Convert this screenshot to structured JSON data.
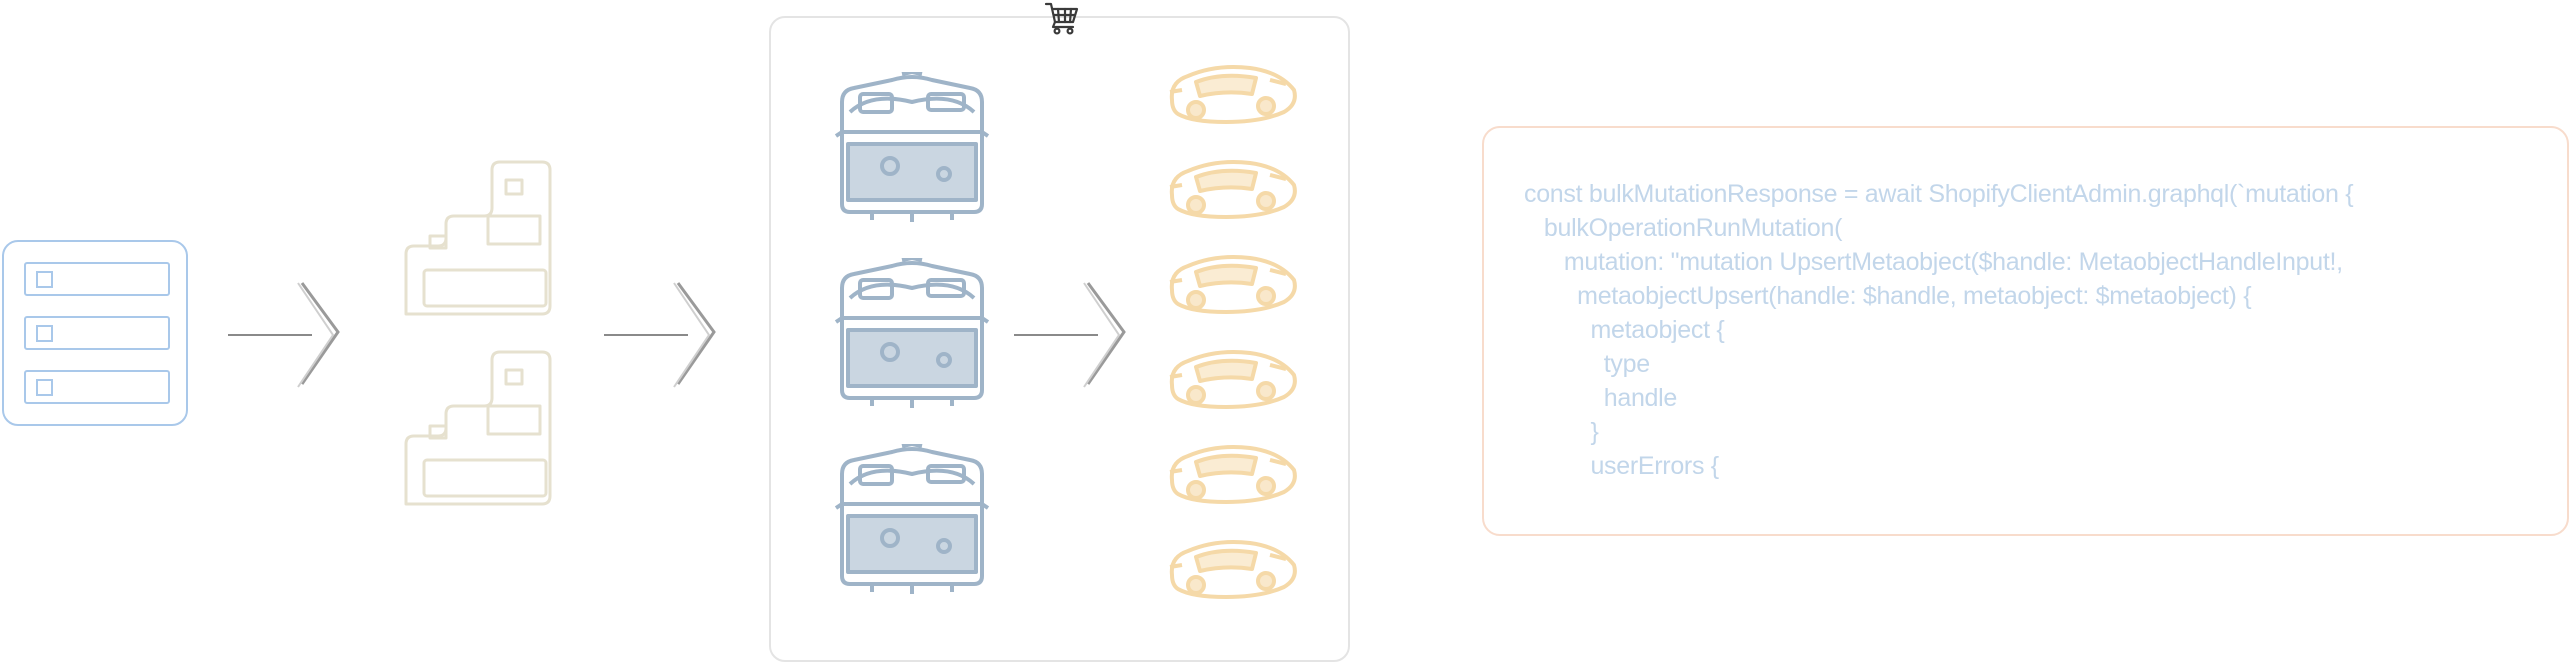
{
  "diagram": {
    "colors": {
      "list_stroke": "#a9c8ea",
      "arrow_stroke": "#8a8a8a",
      "factory_stroke": "#e6e1cf",
      "box_stroke": "#9fb4c8",
      "car_stroke": "#f5d9a8",
      "panel_border": "#e4e4e4",
      "code_border": "#f8dccc",
      "code_text": "#c2d6ea"
    },
    "icons": {
      "list": "list-icon",
      "arrow": "chevron-right-arrow-icon",
      "factory": "factory-icon",
      "cart": "cart-icon",
      "box": "treasure-box-icon",
      "car": "race-car-icon"
    },
    "code_lines": [
      "const bulkMutationResponse = await ShopifyClientAdmin.graphql(`mutation {",
      "   bulkOperationRunMutation(",
      "      mutation: \"mutation UpsertMetaobject($handle: MetaobjectHandleInput!,",
      "        metaobjectUpsert(handle: $handle, metaobject: $metaobject) {",
      "          metaobject {",
      "            type",
      "            handle",
      "          }",
      "          userErrors {"
    ]
  }
}
